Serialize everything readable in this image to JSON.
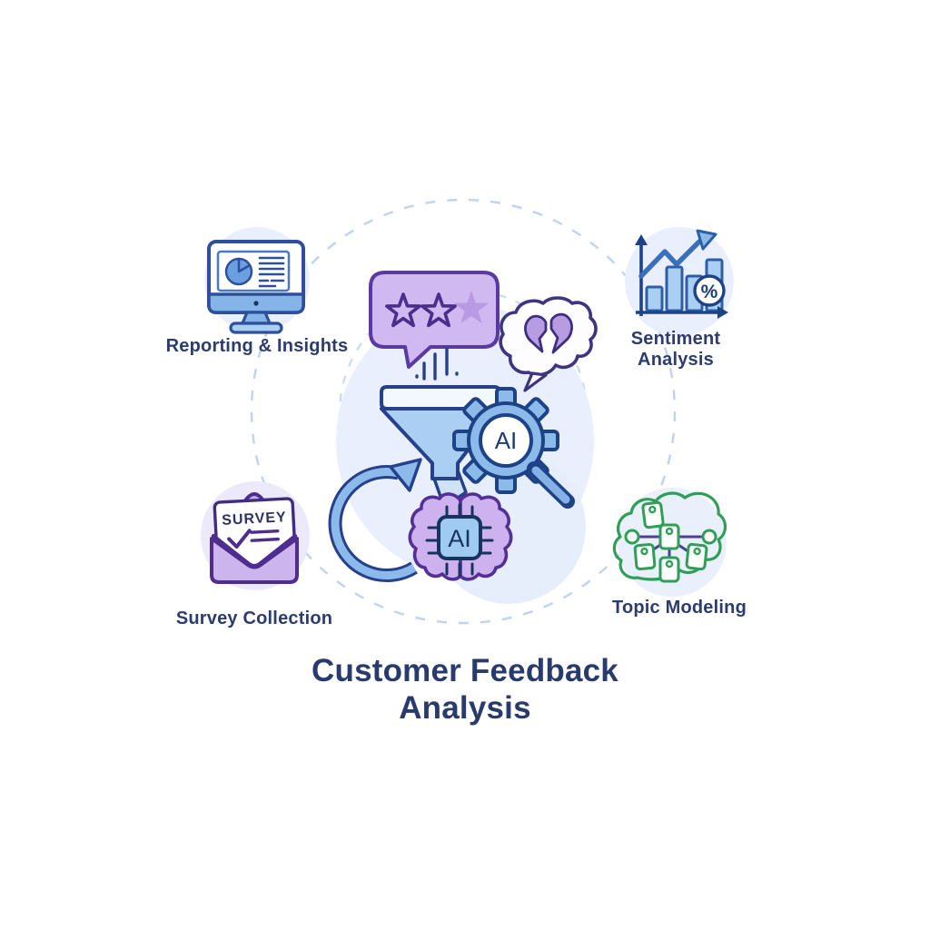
{
  "title": {
    "line1": "Customer Feedback",
    "line2": "Analysis"
  },
  "nodes": {
    "reporting": {
      "label": "Reporting & Insights",
      "icon": "monitor-pie-chart-icon"
    },
    "sentiment": {
      "label_line1": "Sentiment",
      "label_line2": "Analysis",
      "icon": "bar-chart-trend-icon",
      "percent_symbol": "%"
    },
    "survey": {
      "label": "Survey Collection",
      "icon": "open-envelope-icon",
      "doc_label": "SURVEY"
    },
    "topic": {
      "label": "Topic Modeling",
      "icon": "cloud-tag-network-icon"
    }
  },
  "center": {
    "gear_label": "AI",
    "chip_label": "AI",
    "icons": [
      "rating-speech-bubble-icon",
      "broken-heart-cloud-icon",
      "funnel-icon",
      "ai-gear-magnifier-icon",
      "ai-brain-chip-icon",
      "cycle-arrow-icon"
    ]
  },
  "colors": {
    "blue_stroke": "#2a4d92",
    "blue_mid": "#8cbbeb",
    "blue_light": "#aacff2",
    "purple_stroke": "#533093",
    "purple_light": "#cfb9f0",
    "purple_mid": "#b79ce2",
    "green_stroke": "#2f9e57",
    "indigo_connector": "#4a3f9e",
    "navy_text": "#2c3c6e",
    "dash_circle": "#bed3f3",
    "soft_blob": "#e9effc"
  }
}
